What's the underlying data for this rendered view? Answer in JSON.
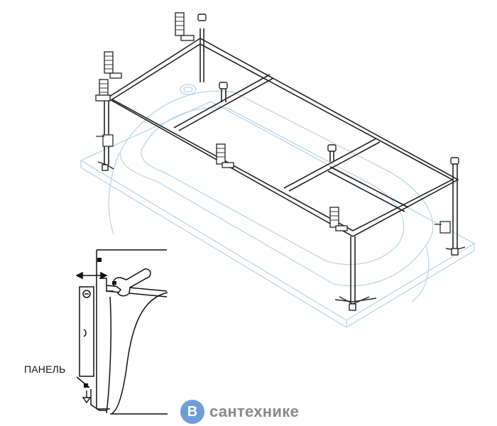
{
  "labels": {
    "panel": "ПАНЕЛЬ"
  },
  "brand": {
    "badge": "В",
    "name": "сантехнике",
    "badge_color": "#6d9ed8",
    "text_color": "#8a8a8a"
  },
  "colors": {
    "frame_stroke": "#222222",
    "tub_stroke": "#bcd6e8",
    "detail_stroke": "#111111"
  },
  "icons": [
    "wrench-icon",
    "double-arrow-icon",
    "down-arrow-icon",
    "bolt-icon"
  ]
}
